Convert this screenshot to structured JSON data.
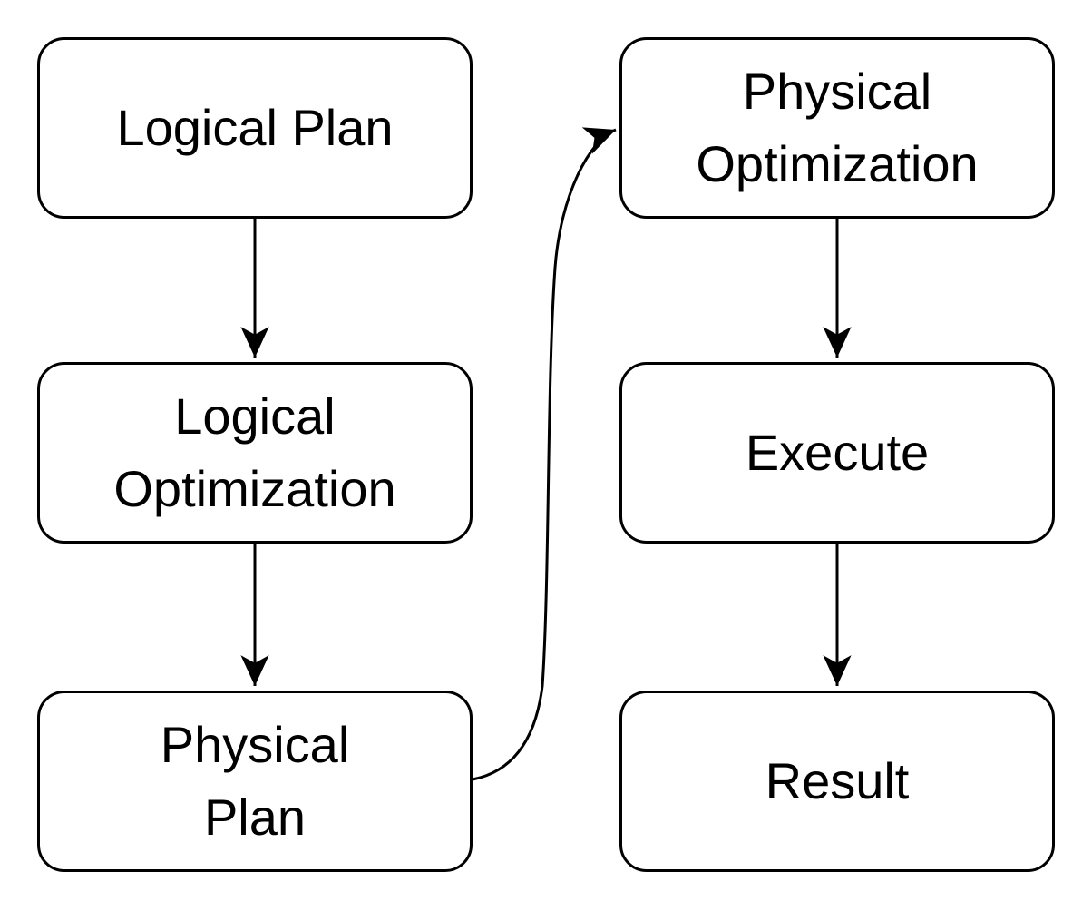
{
  "diagram": {
    "type": "flowchart",
    "background_color": "#ffffff",
    "node_fill_color": "#ffffff",
    "stroke_color": "#000000",
    "text_color": "#000000",
    "nodes": [
      {
        "id": "logical-plan",
        "label": "Logical Plan"
      },
      {
        "id": "logical-optimization",
        "label": "Logical\nOptimization"
      },
      {
        "id": "physical-plan",
        "label": "Physical\nPlan"
      },
      {
        "id": "physical-optimization",
        "label": "Physical\nOptimization"
      },
      {
        "id": "execute",
        "label": "Execute"
      },
      {
        "id": "result",
        "label": "Result"
      }
    ],
    "edges": [
      {
        "from": "logical-plan",
        "to": "logical-optimization",
        "style": "straight-arrow-down"
      },
      {
        "from": "logical-optimization",
        "to": "physical-plan",
        "style": "straight-arrow-down"
      },
      {
        "from": "physical-plan",
        "to": "physical-optimization",
        "style": "curved-arrow-up-right"
      },
      {
        "from": "physical-optimization",
        "to": "execute",
        "style": "straight-arrow-down"
      },
      {
        "from": "execute",
        "to": "result",
        "style": "straight-arrow-down"
      }
    ]
  }
}
